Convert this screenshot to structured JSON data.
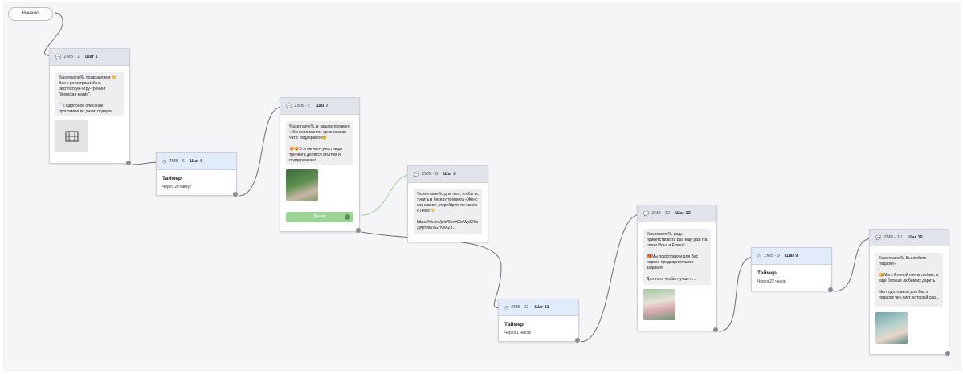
{
  "start_label": "Начало",
  "nodes": {
    "n1": {
      "id": "ZMB - 1",
      "step": "Шаг 1",
      "text": "%username%, поздравляем 👏\nВас с регистрацией на бесплатную игру-тренинг \"Женская магия\".\n\n📄Подробное описание, программа по дням, подарки ..."
    },
    "n6": {
      "id": "ZMB - 6",
      "step": "Шаг 6",
      "title": "Таймер",
      "sub": "Через 20 минут"
    },
    "n7": {
      "id": "ZMB - 7",
      "step": "Шаг 7",
      "text": "%username%, в нашем тренинге «Женская магия» организован чат с поддержкой😊\n\n😍😍В этом чате участницы тренинга делятся опытом и поддерживают ...",
      "button": "Думаю"
    },
    "n8": {
      "id": "ZMB - 8",
      "step": "Шаг 8",
      "text": "%username%, для того, чтобы вступить в беседу тренинга «Женская магия», перейдите по ссылке ниже 👇\n\nhttps://vk.me/join/0peHXtvWy829szjAjmM6VG7KhAZ8..."
    },
    "n11": {
      "id": "ZMB - 11",
      "step": "Шаг 11",
      "title": "Таймер",
      "sub": "Через 1 часов"
    },
    "n12": {
      "id": "ZMB - 12",
      "step": "Шаг 12",
      "text": "%username%, рады приветствовать Вас еще раз! На связи Илья и Елена!\n\n🎁Мы подготовили для Вас первое предварительное задание!\n\nДля того, чтобы лучше п..."
    },
    "n9": {
      "id": "ZMB - 9",
      "step": "Шаг 9",
      "title": "Таймер",
      "sub": "Через 22 часов"
    },
    "n10": {
      "id": "ZMB - 10",
      "step": "Шаг 10",
      "text": "%username%, Вы любите подарки?\n\n😘Мы с Еленой очень любим, а еще больше любим их дарить\n\nМы подготовили для Вас в подарок чек-лист, который сод..."
    }
  },
  "colors": {
    "edge": "#6f6f78",
    "edge_active": "#9bd494",
    "timer_header": "#e1ecfb",
    "message_header": "#e1e3ea"
  },
  "icons": {
    "message": "chat-icon",
    "timer": "clock-icon",
    "media": "film-icon"
  }
}
